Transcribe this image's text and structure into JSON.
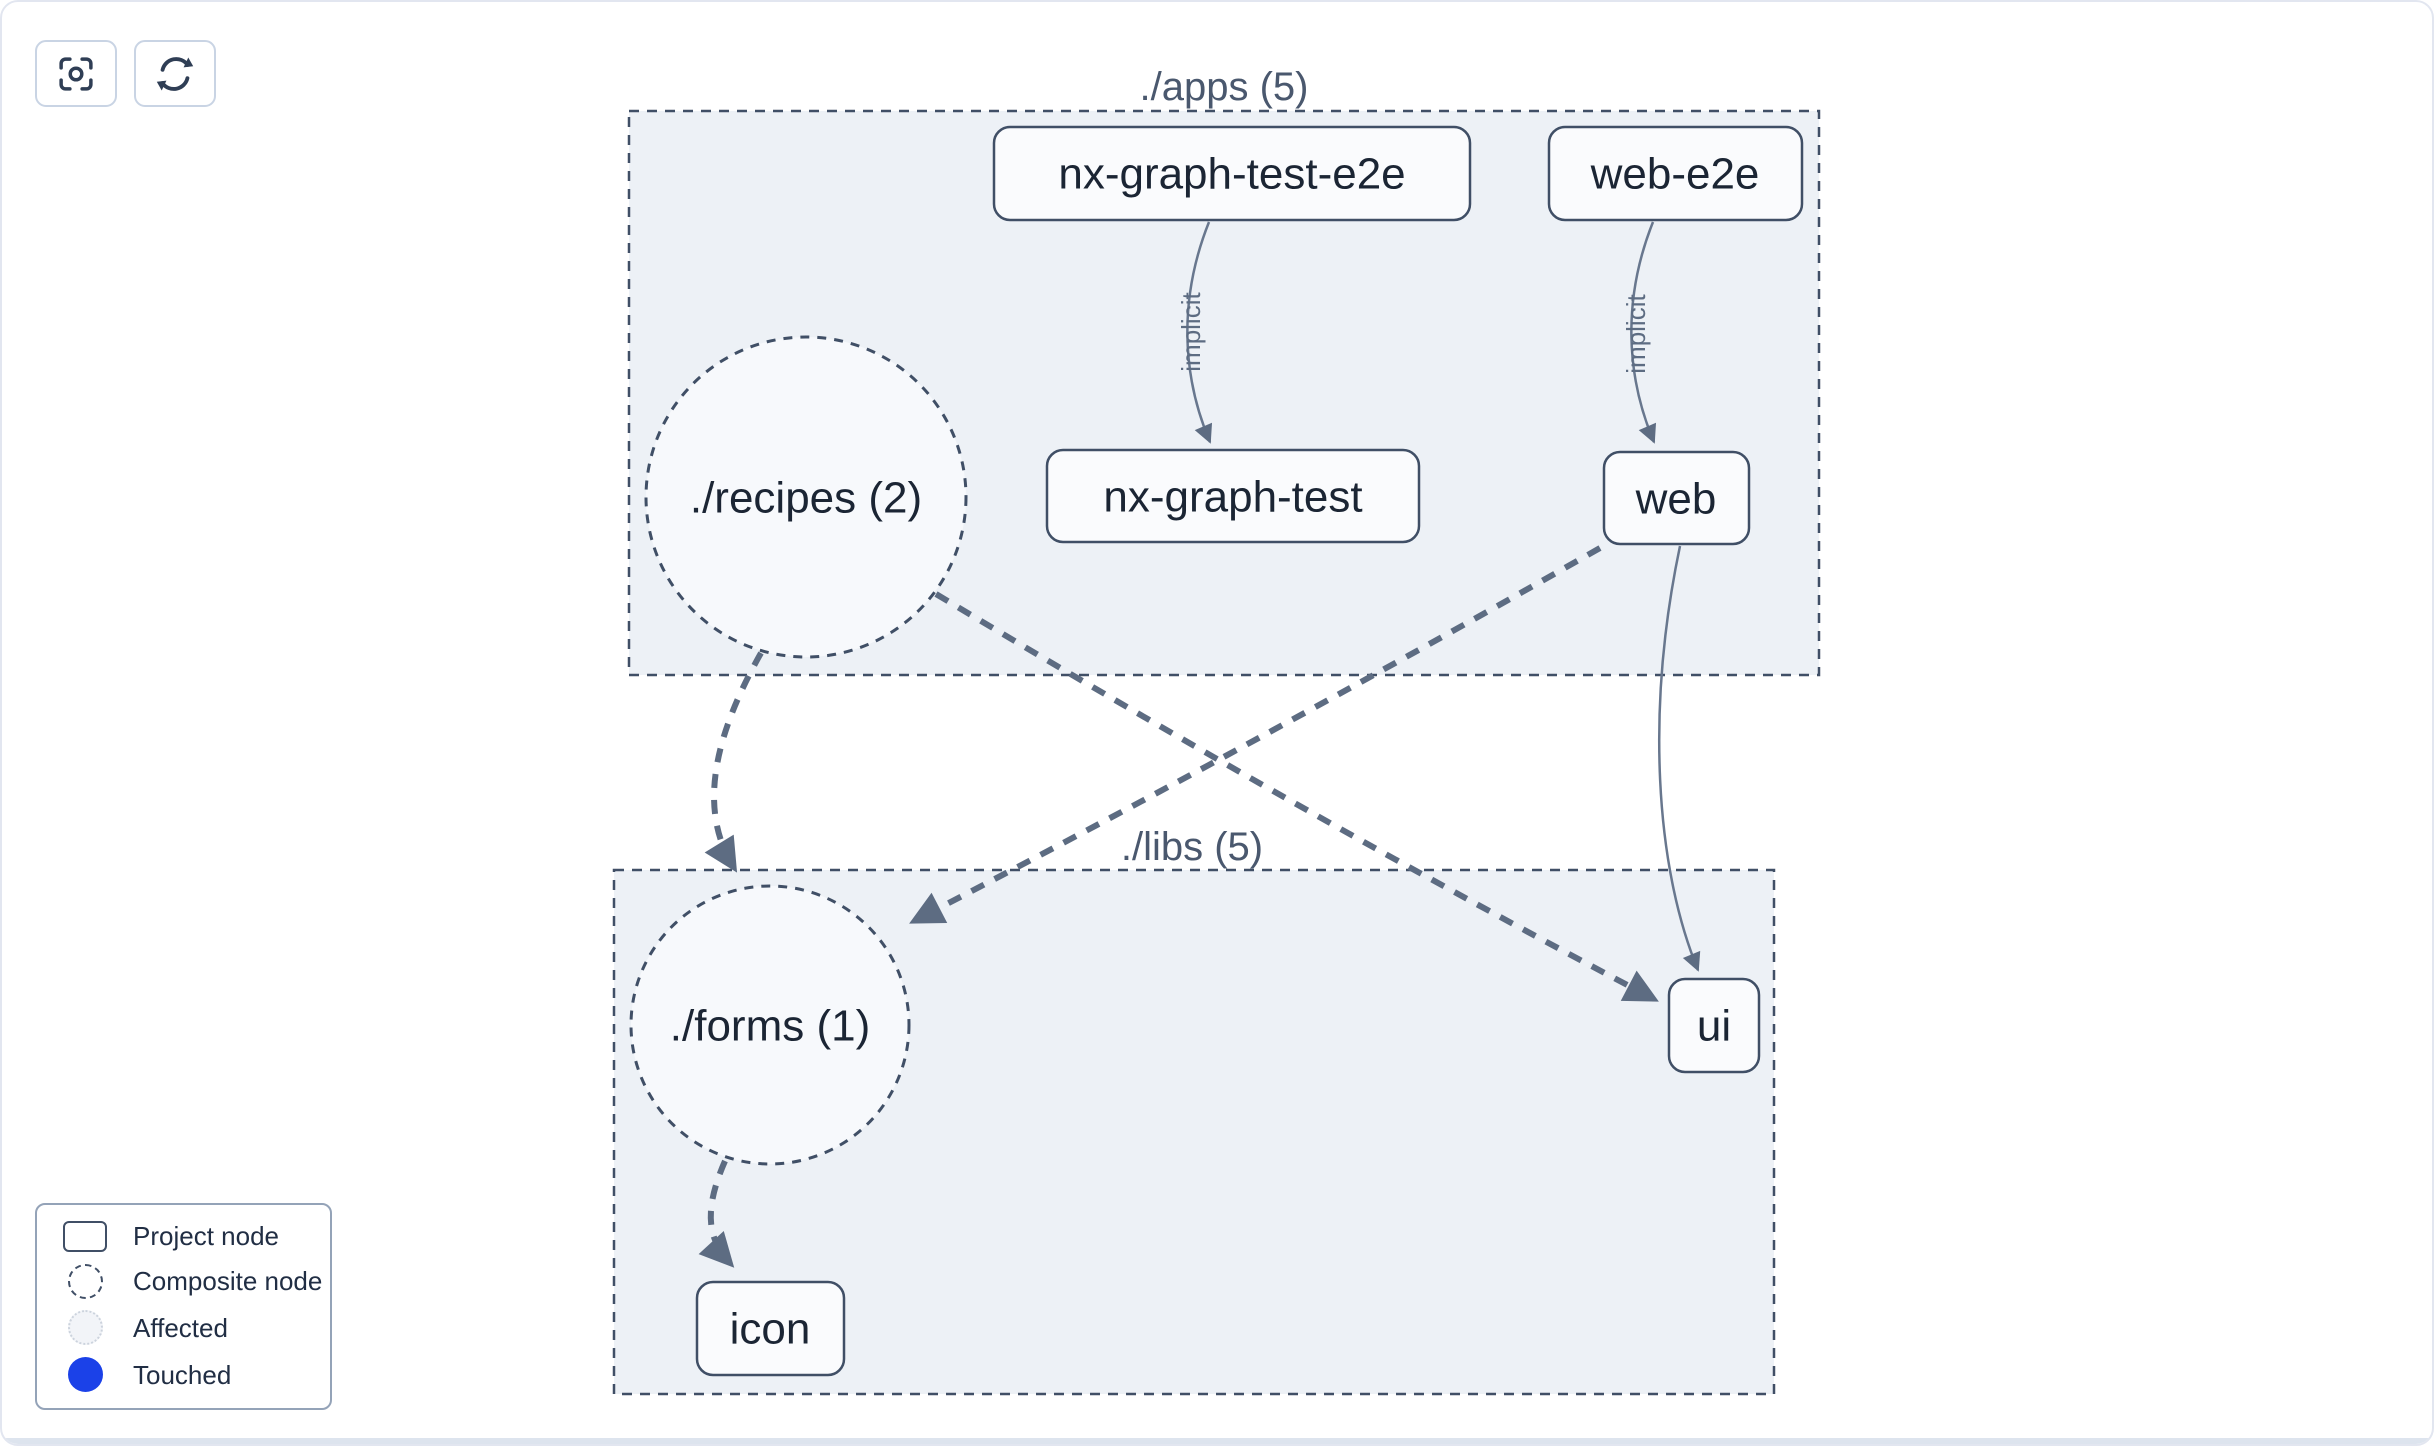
{
  "toolbar": {
    "buttons": [
      {
        "icon": "focus-center-icon"
      },
      {
        "icon": "refresh-icon"
      }
    ]
  },
  "graph": {
    "groups": [
      {
        "id": "apps",
        "label": "./apps (5)"
      },
      {
        "id": "libs",
        "label": "./libs (5)"
      }
    ],
    "nodes": [
      {
        "id": "nx-graph-test-e2e",
        "label": "nx-graph-test-e2e",
        "type": "project"
      },
      {
        "id": "web-e2e",
        "label": "web-e2e",
        "type": "project"
      },
      {
        "id": "recipes",
        "label": "./recipes (2)",
        "type": "composite"
      },
      {
        "id": "nx-graph-test",
        "label": "nx-graph-test",
        "type": "project"
      },
      {
        "id": "web",
        "label": "web",
        "type": "project"
      },
      {
        "id": "forms",
        "label": "./forms (1)",
        "type": "composite"
      },
      {
        "id": "ui",
        "label": "ui",
        "type": "project"
      },
      {
        "id": "icon",
        "label": "icon",
        "type": "project"
      }
    ],
    "edges": [
      {
        "from": "nx-graph-test-e2e",
        "to": "nx-graph-test",
        "label": "implicit",
        "style": "solid"
      },
      {
        "from": "web-e2e",
        "to": "web",
        "label": "implicit",
        "style": "solid"
      },
      {
        "from": "web",
        "to": "ui",
        "label": "",
        "style": "solid"
      },
      {
        "from": "recipes",
        "to": "forms",
        "label": "",
        "style": "dashed"
      },
      {
        "from": "recipes",
        "to": "ui",
        "label": "",
        "style": "dashed"
      },
      {
        "from": "web",
        "to": "forms",
        "label": "",
        "style": "dashed"
      },
      {
        "from": "forms",
        "to": "icon",
        "label": "",
        "style": "dashed"
      }
    ]
  },
  "legend": {
    "items": [
      {
        "icon": "project-node-icon",
        "label": "Project node"
      },
      {
        "icon": "composite-node-icon",
        "label": "Composite node"
      },
      {
        "icon": "affected-icon",
        "label": "Affected"
      },
      {
        "icon": "touched-icon",
        "label": "Touched"
      }
    ]
  },
  "colors": {
    "touched_blue": "#1b41e8",
    "affected_fill": "#f2f4f8",
    "edge": "#5d6c82",
    "node_border": "#404f66",
    "group_fill": "#edf1f6"
  }
}
